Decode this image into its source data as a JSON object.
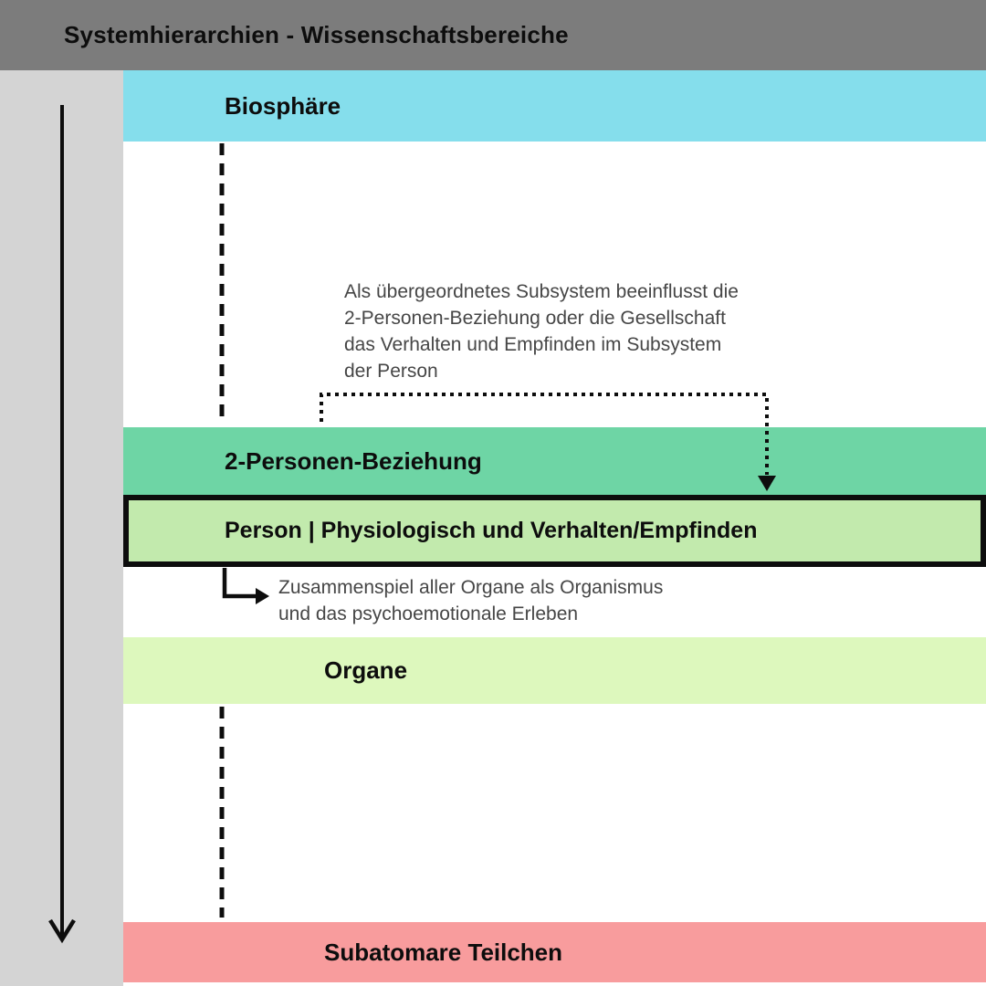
{
  "title": "Systemhierarchien - Wissenschaftsbereiche",
  "colors": {
    "header_bg": "#7c7c7c",
    "sidebar_bg": "#d4d4d4",
    "line_black": "#0d0d0d",
    "note_text": "#464646"
  },
  "bands": [
    {
      "id": "biosphaere",
      "label": "Biosphäre",
      "color": "#85deec"
    },
    {
      "id": "relation",
      "label": "2-Personen-Beziehung",
      "color": "#6ed5a5"
    },
    {
      "id": "person",
      "label": "Person | Physiologisch und Verhalten/Empfinden",
      "color": "#c2eaad",
      "border_color": "#0d0d0d"
    },
    {
      "id": "organe",
      "label": "Organe",
      "color": "#ddf8bd"
    },
    {
      "id": "subatomar",
      "label": "Subatomare Teilchen",
      "color": "#f89c9d"
    }
  ],
  "notes": {
    "influence": "Als übergeordnetes Subsystem beeinflusst die\n2-Personen-Beziehung oder die Gesellschaft\ndas Verhalten und Empfinden im Subsystem\nder Person",
    "organism": "Zusammenspiel aller Organe als Organismus\nund das psychoemotionale Erleben"
  },
  "icons": {
    "hierarchy_direction": "long-down-arrow",
    "influence_connector": "dotted-elbow-down-arrow",
    "organism_connector": "elbow-right-arrow",
    "level_links": "dashed-vertical-line"
  }
}
